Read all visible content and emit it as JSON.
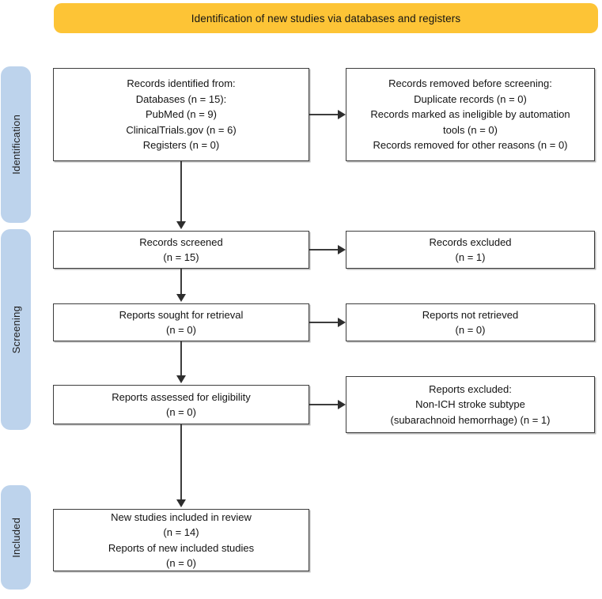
{
  "banner": {
    "title": "Identification of new studies via databases and registers",
    "color": "#FDC436"
  },
  "stages": {
    "color": "#BDD3EC",
    "items": [
      {
        "id": "identification",
        "label": "Identification"
      },
      {
        "id": "screening",
        "label": "Screening"
      },
      {
        "id": "included",
        "label": "Included"
      }
    ]
  },
  "nodes": {
    "identified": {
      "text": "Records identified from:\nDatabases (n = 15):\nPubMed (n = 9)\nClinicalTrials.gov (n = 6)\nRegisters (n = 0)"
    },
    "removed": {
      "text": "Records removed before screening:\nDuplicate records (n = 0)\nRecords marked as ineligible by automation\ntools (n = 0)\nRecords removed for other reasons (n = 0)"
    },
    "screened": {
      "text": "Records screened\n(n = 15)"
    },
    "excluded": {
      "text": "Records excluded\n(n = 1)"
    },
    "sought": {
      "text": "Reports sought for retrieval\n(n = 0)"
    },
    "not_retrieved": {
      "text": "Reports not retrieved\n(n = 0)"
    },
    "assessed": {
      "text": "Reports assessed for eligibility\n(n = 0)"
    },
    "reports_excluded": {
      "text": "Reports excluded:\nNon-ICH stroke subtype\n(subarachnoid hemorrhage) (n = 1)"
    },
    "included": {
      "text": "New studies included in review\n(n = 14)\nReports of new included studies\n(n = 0)"
    }
  }
}
